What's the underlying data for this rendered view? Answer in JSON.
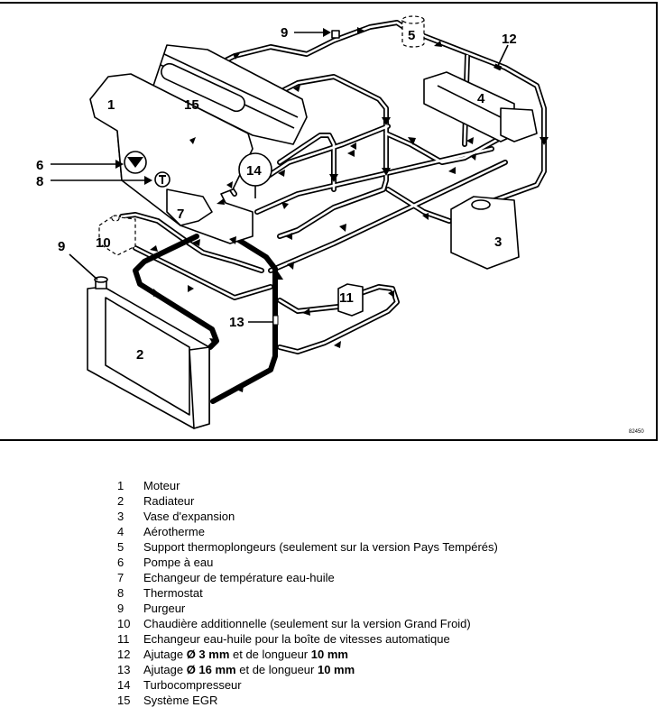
{
  "diagram": {
    "title": "Circuit de refroidissement",
    "reference": "82450",
    "callouts": {
      "c1": "1",
      "c2": "2",
      "c3": "3",
      "c4": "4",
      "c5": "5",
      "c6": "6",
      "c7": "7",
      "c8": "8",
      "c9a": "9",
      "c9b": "9",
      "c10": "10",
      "c11": "11",
      "c12": "12",
      "c13": "13",
      "c14": "14",
      "c15": "15"
    },
    "colors": {
      "line": "#000000",
      "background": "#ffffff"
    }
  },
  "legend": {
    "items": [
      {
        "num": "1",
        "parts": [
          {
            "t": "Moteur",
            "b": false
          }
        ]
      },
      {
        "num": "2",
        "parts": [
          {
            "t": "Radiateur",
            "b": false
          }
        ]
      },
      {
        "num": "3",
        "parts": [
          {
            "t": "Vase d'expansion",
            "b": false
          }
        ]
      },
      {
        "num": "4",
        "parts": [
          {
            "t": "Aérotherme",
            "b": false
          }
        ]
      },
      {
        "num": "5",
        "parts": [
          {
            "t": "Support thermoplongeurs (seulement sur la version Pays Tempérés)",
            "b": false
          }
        ]
      },
      {
        "num": "6",
        "parts": [
          {
            "t": "Pompe à eau",
            "b": false
          }
        ]
      },
      {
        "num": "7",
        "parts": [
          {
            "t": "Echangeur de température eau-huile",
            "b": false
          }
        ]
      },
      {
        "num": "8",
        "parts": [
          {
            "t": "Thermostat",
            "b": false
          }
        ]
      },
      {
        "num": "9",
        "parts": [
          {
            "t": "Purgeur",
            "b": false
          }
        ]
      },
      {
        "num": "10",
        "parts": [
          {
            "t": "Chaudière additionnelle (seulement sur la version Grand Froid)",
            "b": false
          }
        ]
      },
      {
        "num": "11",
        "parts": [
          {
            "t": "Echangeur eau-huile pour la boîte de vitesses automatique",
            "b": false
          }
        ]
      },
      {
        "num": "12",
        "parts": [
          {
            "t": "Ajutage ",
            "b": false
          },
          {
            "t": "Ø 3 mm",
            "b": true
          },
          {
            "t": " et de longueur ",
            "b": false
          },
          {
            "t": "10 mm",
            "b": true
          }
        ]
      },
      {
        "num": "13",
        "parts": [
          {
            "t": "Ajutage ",
            "b": false
          },
          {
            "t": "Ø 16 mm",
            "b": true
          },
          {
            "t": " et de longueur ",
            "b": false
          },
          {
            "t": "10 mm",
            "b": true
          }
        ]
      },
      {
        "num": "14",
        "parts": [
          {
            "t": "Turbocompresseur",
            "b": false
          }
        ]
      },
      {
        "num": "15",
        "parts": [
          {
            "t": "Système EGR",
            "b": false
          }
        ]
      }
    ]
  }
}
